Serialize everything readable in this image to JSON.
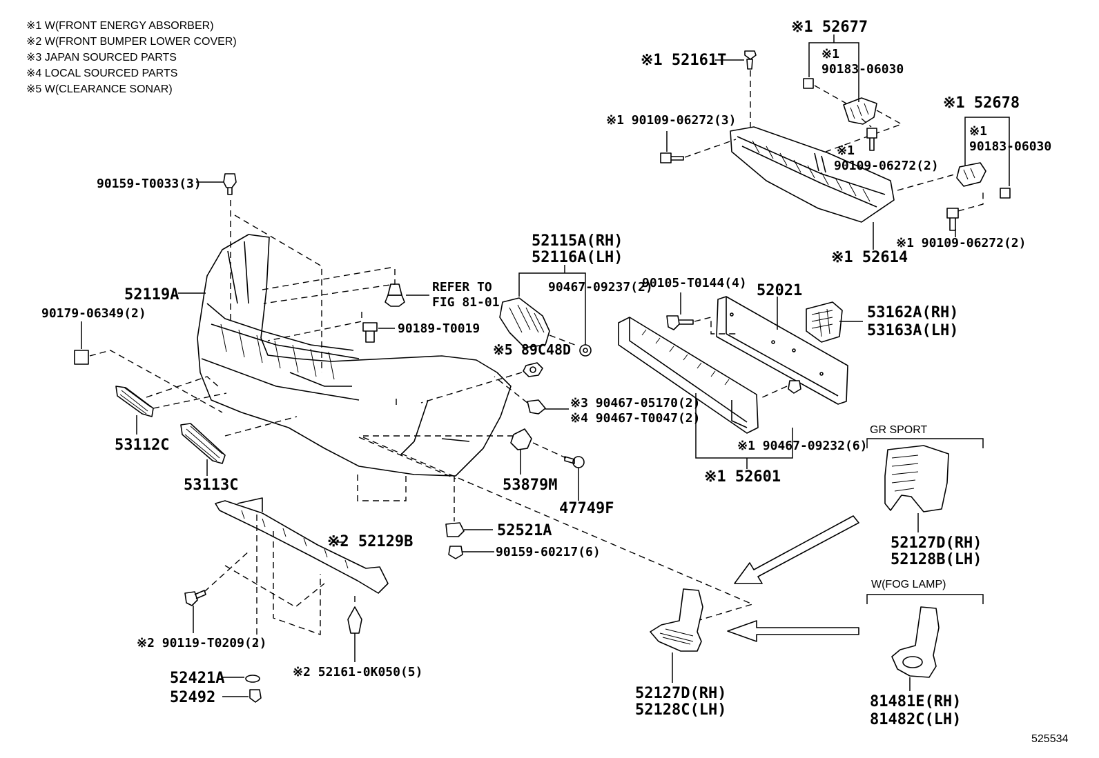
{
  "notes": [
    "※1 W(FRONT ENERGY ABSORBER)",
    "※2 W(FRONT BUMPER LOWER COVER)",
    "※3 JAPAN SOURCED PARTS",
    "※4 LOCAL SOURCED PARTS",
    "※5 W(CLEARANCE SONAR)"
  ],
  "labels": {
    "p52677": "※1 52677",
    "p52161T": "※1 52161T",
    "p90183a_mark": "※1",
    "p90183a": "90183-06030",
    "p90109a": "※1 90109-06272(3)",
    "p90109b_mark": "※1",
    "p90109b": "90109-06272(2)",
    "p52678": "※1 52678",
    "p90183b_mark": "※1",
    "p90183b": "90183-06030",
    "p90109c": "※1 90109-06272(2)",
    "p52614": "※1 52614",
    "p90159t": "90159-T0033(3)",
    "p52119a": "52119A",
    "p90179": "90179-06349(2)",
    "p52115a": "52115A(RH)",
    "p52116a": "52116A(LH)",
    "p90467a": "90467-09237(2)",
    "p90105": "90105-T0144(4)",
    "p52021": "52021",
    "p53162a": "53162A(RH)",
    "p53163a": "53163A(LH)",
    "refer1": "REFER TO",
    "refer2": "FIG 81-01",
    "p90189": "90189-T0019",
    "p89c48d": "※5 89C48D",
    "p90467b": "※3 90467-05170(2)",
    "p90467c": "※4 90467-T0047(2)",
    "p90467d": "※1 90467-09232(6)",
    "p52601": "※1 52601",
    "p53112c": "53112C",
    "p53113c": "53113C",
    "p53879m": "53879M",
    "p47749f": "47749F",
    "grsport": "GR SPORT",
    "p52127d_top": "52127D(RH)",
    "p52128b": "52128B(LH)",
    "p52521a": "52521A",
    "p90159b": "90159-60217(6)",
    "p52129b": "※2 52129B",
    "fog": "W(FOG LAMP)",
    "p90119": "※2 90119-T0209(2)",
    "p52421a": "52421A",
    "p52161k": "※2 52161-0K050(5)",
    "p52492": "52492",
    "p52127d": "52127D(RH)",
    "p52128c": "52128C(LH)",
    "p81481e": "81481E(RH)",
    "p81482c": "81482C(LH)",
    "illus": "525534"
  }
}
